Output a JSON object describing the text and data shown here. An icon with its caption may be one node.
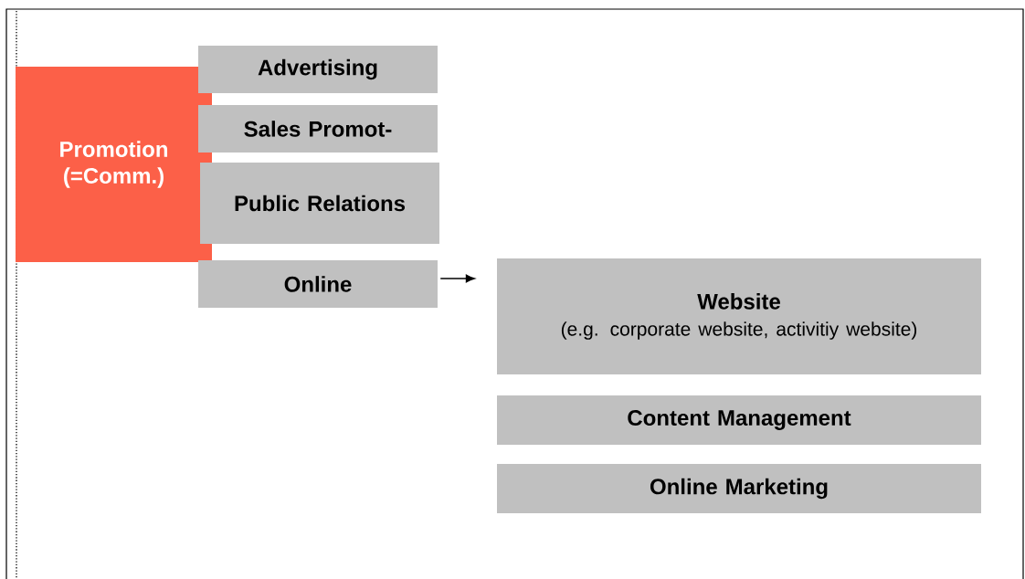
{
  "diagram": {
    "nodes": [
      {
        "text": [
          "Promotion (=Comm.)"
        ]
      },
      {
        "text": [
          "Advertising"
        ]
      },
      {
        "text": [
          "Sales Promot-"
        ]
      },
      {
        "text": [
          "Public Relations"
        ]
      },
      {
        "text": [
          "Online"
        ]
      },
      {
        "text": [
          "Website",
          "(e.g. corporate website, activitiy website)"
        ]
      },
      {
        "text": [
          "Content Management"
        ]
      },
      {
        "text": [
          "Online Marketing"
        ]
      }
    ],
    "edges": [
      {
        "from": 4,
        "to": 5,
        "arrow": "to"
      }
    ]
  }
}
